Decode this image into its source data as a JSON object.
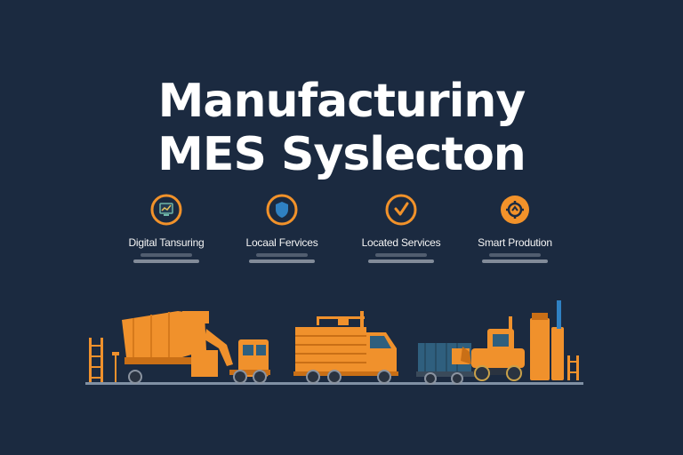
{
  "colors": {
    "background": "#1b2a40",
    "title": "#ffffff",
    "accent_orange": "#f2922a",
    "accent_blue": "#2f81c3",
    "machinery_orange": "#f0912c",
    "machinery_blue": "#2f5f7e",
    "ground_gray": "#8090a4",
    "label_text": "#f4f4f4",
    "caption_text": "#c8cdd6"
  },
  "title": {
    "line1": "Manufacturiny",
    "line2": "MES Syslecton"
  },
  "features": [
    {
      "label": "Digital Tansuring",
      "icon": "monitor-icon"
    },
    {
      "label": "Locaal Fervices",
      "icon": "shield-icon"
    },
    {
      "label": "Located Services",
      "icon": "check-icon"
    },
    {
      "label": "Smart Prodution",
      "icon": "gear-icon"
    }
  ],
  "illustration": {
    "items": [
      "cement-mixer-truck",
      "ladder",
      "forklift-truck",
      "cargo-truck",
      "crane",
      "blue-container-truck",
      "wheel-loader",
      "industrial-tanks"
    ]
  }
}
